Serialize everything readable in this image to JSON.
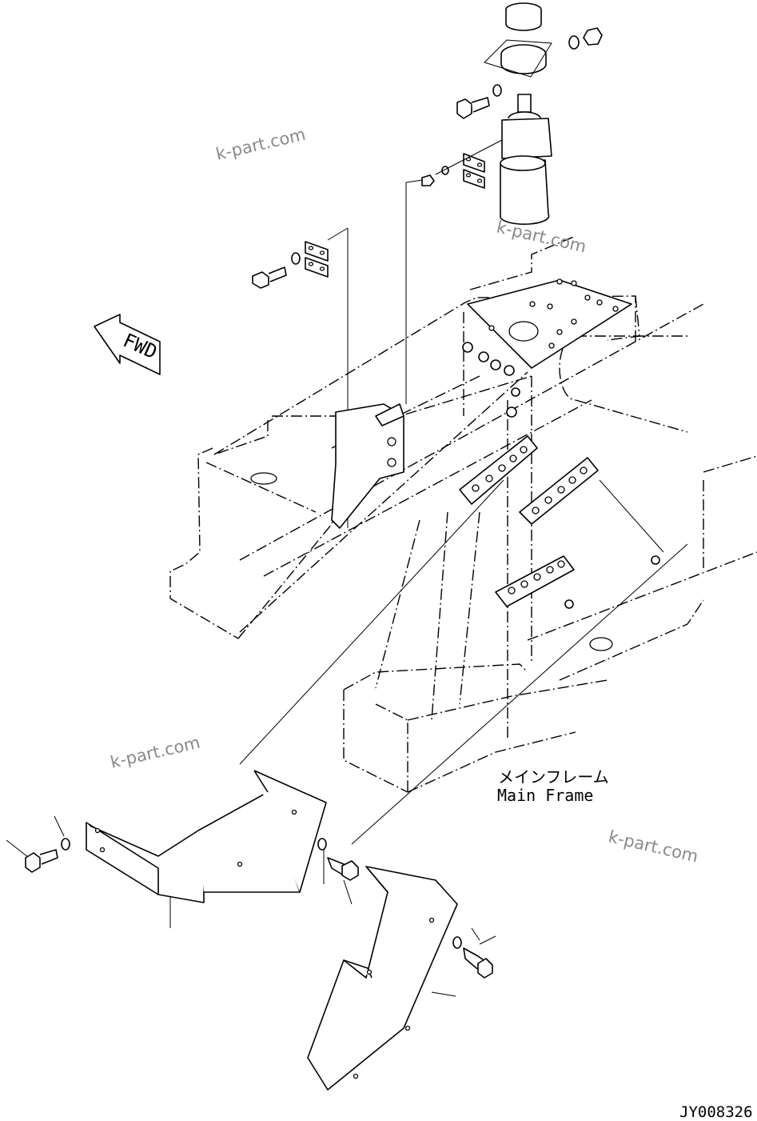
{
  "labels": {
    "main_frame_jp": "メインフレーム",
    "main_frame_en": "Main Frame",
    "direction": "FWD",
    "drawing_number": "JY008326"
  },
  "watermarks": [
    "k-part.com",
    "k-part.com",
    "k-part.com",
    "k-part.com"
  ],
  "colors": {
    "line": "#000000",
    "background": "#ffffff",
    "watermark": "#8a8a8a"
  }
}
